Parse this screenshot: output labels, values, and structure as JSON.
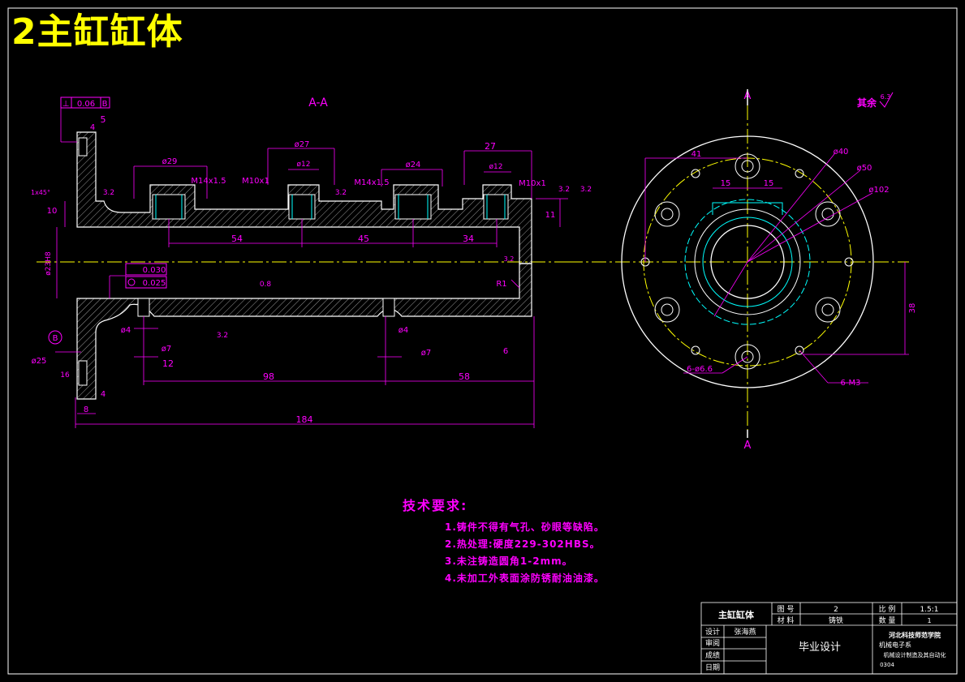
{
  "header": {
    "title": "2主缸缸体"
  },
  "section": {
    "label": "A-A",
    "cut_label_top": "A",
    "cut_label_bottom": "A"
  },
  "roughness_note": {
    "label": "其余",
    "value": "6.3"
  },
  "tolerances": {
    "perpendicularity": {
      "symbol": "⊥",
      "value": "0.06",
      "datum": "B"
    },
    "frame1": {
      "value": "0.030"
    },
    "frame2": {
      "value": "0.025"
    },
    "datum_b": "B"
  },
  "dims_side": {
    "d5": "5",
    "d4_top": "4",
    "phi29": "ø29",
    "phi27": "ø27",
    "phi12_a": "ø12",
    "phi24": "ø24",
    "d27": "27",
    "phi12_b": "ø12",
    "m14_a": "M14x1.5",
    "m10_a": "M10x1",
    "m14_b": "M14x1.5",
    "m10_b": "M10x1",
    "d54": "54",
    "d45": "45",
    "d34": "34",
    "d11": "11",
    "d10": "10",
    "chamfer": "1x45°",
    "bore": "ø23H8",
    "phi4_a": "ø4",
    "phi7_a": "ø7",
    "d12": "12",
    "phi4_b": "ø4",
    "phi7_b": "ø7",
    "d98": "98",
    "d58": "58",
    "d184": "184",
    "d8": "8",
    "d4_bot": "4",
    "d6": "6",
    "r1": "R1",
    "phi25": "ø25",
    "d16": "16",
    "r32_a": "3.2",
    "r32_b": "3.2",
    "r32_c": "3.2",
    "r32_d": "3.2",
    "r32_e": "3.2",
    "r32_f": "3.2",
    "r08": "0.8"
  },
  "dims_front": {
    "phi40": "ø40",
    "phi50": "ø50",
    "phi102": "ø102",
    "d41": "41",
    "d15a": "15",
    "d15b": "15",
    "d38": "38",
    "holes_a": "6-ø6.6",
    "holes_b": "6-M3"
  },
  "tech_req": {
    "title": "技术要求:",
    "items": [
      "1.铸件不得有气孔、砂眼等缺陷。",
      "2.热处理:硬度229-302HBS。",
      "3.未注铸造圆角1-2mm。",
      "4.未加工外表面涂防锈耐油油漆。"
    ]
  },
  "title_block": {
    "part_name": "主缸缸体",
    "drawing_no_label": "图 号",
    "drawing_no": "2",
    "material_label": "材 料",
    "material": "铸铁",
    "scale_label": "比 例",
    "scale": "1.5:1",
    "qty_label": "数 量",
    "qty": "1",
    "design_label": "设计",
    "designer": "张海燕",
    "review_label": "审阅",
    "score_label": "成绩",
    "date_label": "日期",
    "project": "毕业设计",
    "school": "河北科技师范学院",
    "dept": "机械电子系",
    "major": "机械设计制造及其自动化",
    "class": "0304"
  },
  "colors": {
    "outline": "#ffffff",
    "dimension": "#ff00ff",
    "centerline": "#ffff00",
    "thread": "#00ffff",
    "title": "#ffff00"
  }
}
